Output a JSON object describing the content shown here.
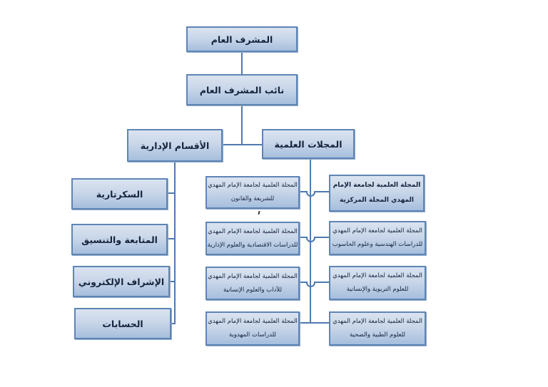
{
  "colors": {
    "box_border": "#5e85b5",
    "box_fill_top": "#dae3f0",
    "box_fill_bottom": "#a6bedd",
    "connector_line": "#4f7ab0",
    "text": "#16233d"
  },
  "nodes": {
    "root": {
      "label": "المشرف العام"
    },
    "deputy": {
      "label": "نائب المشرف العام"
    },
    "admin": {
      "label": "الأقسام الإدارية"
    },
    "journals": {
      "label": "المجلات العلمية"
    },
    "admin_children": [
      {
        "label": "السكرتارية"
      },
      {
        "label": "المتابعة والتنسيق"
      },
      {
        "label": "الإشراف الإلكتروني"
      },
      {
        "label": "الحسابات"
      }
    ],
    "journal_inner": [
      {
        "line1": "المجلة العلمية لجامعة الإمام المهدي",
        "line2": "للشريعة والقانون"
      },
      {
        "line1": "المجلة العلمية لجامعة الإمام المهدي",
        "line2": "للدراسات الاقتصادية والعلوم الإدارية"
      },
      {
        "line1": "المجلة العلمية لجامعة الإمام المهدي",
        "line2": "للآداب والعلوم الإنسانية"
      },
      {
        "line1": "المجلة العلمية لجامعة الإمام المهدي",
        "line2": "للدراسات المهدوية"
      }
    ],
    "journal_outer": [
      {
        "line1": "المجلة العلمية لجامعة الإمام",
        "line2": "المهدي المجلة المركزية"
      },
      {
        "line1": "المجلة العلمية لجامعة الإمام المهدي",
        "line2": "للدراسات  الهندسية وعلوم الحاسوب"
      },
      {
        "line1": "المجلة العلمية لجامعة الإمام المهدي",
        "line2": "للعلوم التربوية والإنسانية"
      },
      {
        "line1": "المجلة العلمية لجامعة الإمام المهدي",
        "line2": "للعلوم الطبية والصحية"
      }
    ]
  }
}
